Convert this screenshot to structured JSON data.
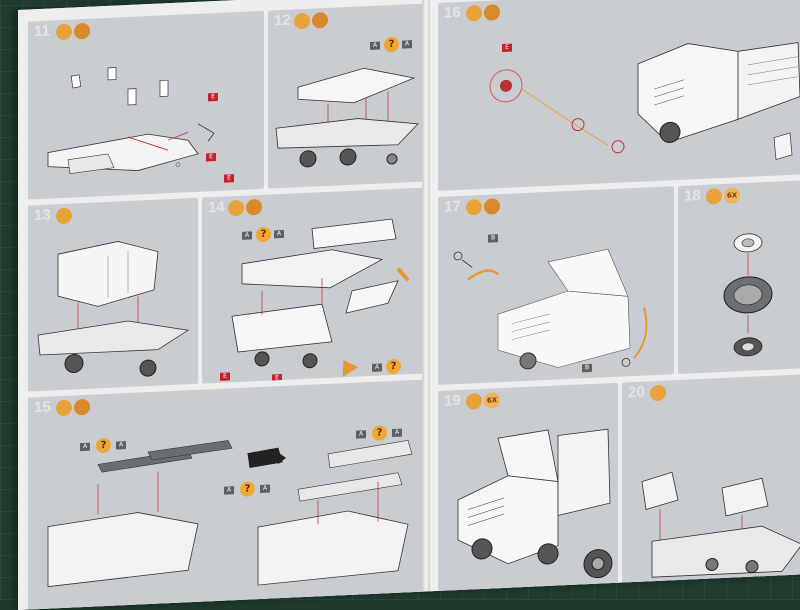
{
  "steps": [
    {
      "id": "s11",
      "number": "11",
      "badges": [
        "",
        ""
      ]
    },
    {
      "id": "s12",
      "number": "12",
      "badges": [
        "",
        ""
      ]
    },
    {
      "id": "s13",
      "number": "13",
      "badges": [
        ""
      ]
    },
    {
      "id": "s14",
      "number": "14",
      "badges": [
        "",
        ""
      ]
    },
    {
      "id": "s15",
      "number": "15",
      "badges": [
        "",
        ""
      ]
    },
    {
      "id": "s16",
      "number": "16",
      "badges": [
        "",
        ""
      ]
    },
    {
      "id": "s17",
      "number": "17",
      "badges": [
        "",
        ""
      ]
    },
    {
      "id": "s18",
      "number": "18",
      "badges": [
        "",
        "6X"
      ]
    },
    {
      "id": "s19",
      "number": "19",
      "badges": [
        "",
        "6X"
      ]
    },
    {
      "id": "s20",
      "number": "20",
      "badges": [
        ""
      ]
    }
  ],
  "markers": {
    "question": "?",
    "flag_a": "A",
    "flag_b": "B",
    "flag_e": "E"
  },
  "colors": {
    "panel": "#c9cdd2",
    "badge": "#e8a23a",
    "flag_red": "#c8202a",
    "mat": "#203c2e"
  }
}
